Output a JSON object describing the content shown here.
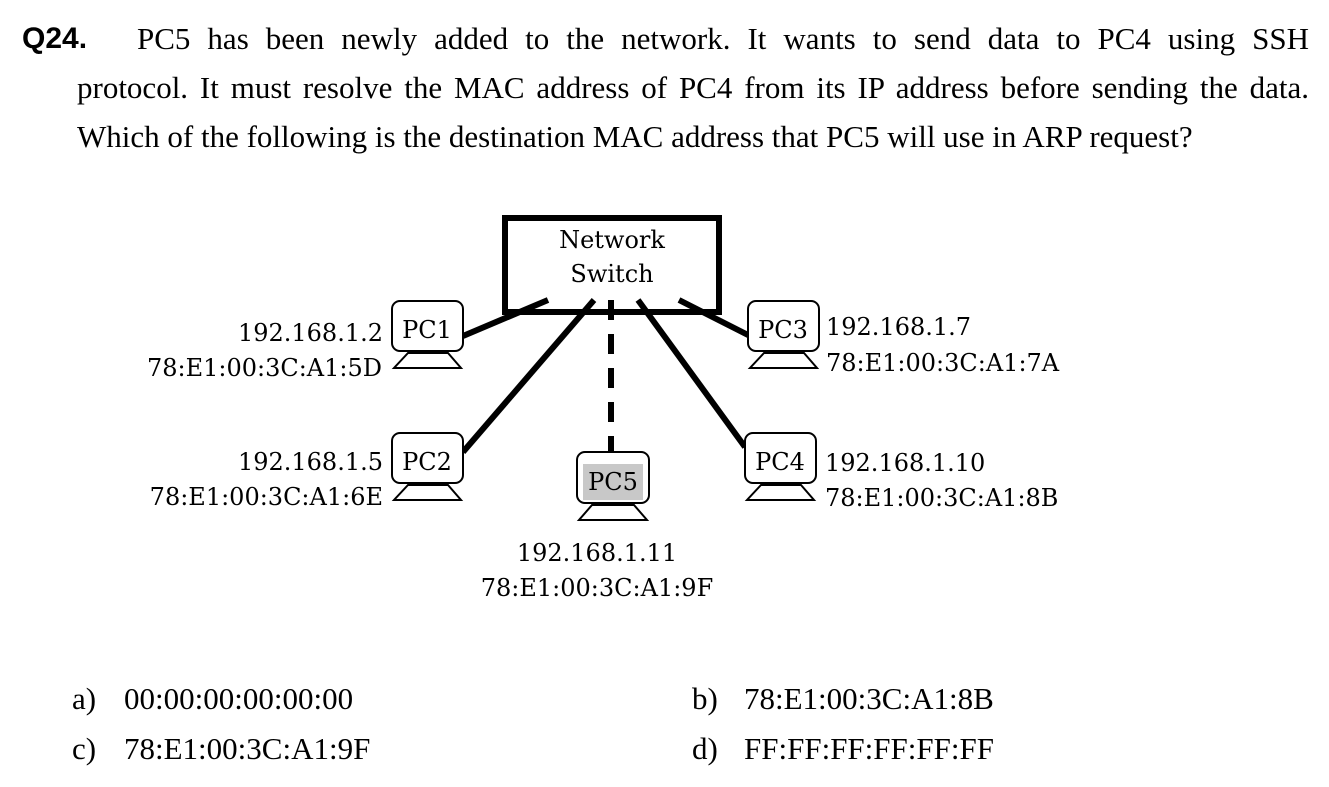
{
  "question": {
    "number": "Q24.",
    "lines": [
      "PC5 has been newly added to the network. It wants to send data to PC4 using SSH",
      "protocol. It must resolve the MAC address of PC4 from its IP address before sending the data.",
      "Which of the following is the destination MAC address that PC5 will use in ARP request?"
    ]
  },
  "diagram": {
    "switch": {
      "line1": "Network",
      "line2": "Switch"
    },
    "pcs": [
      {
        "name": "PC1",
        "ip": "192.168.1.2",
        "mac": "78:E1:00:3C:A1:5D",
        "link": "solid"
      },
      {
        "name": "PC2",
        "ip": "192.168.1.5",
        "mac": "78:E1:00:3C:A1:6E",
        "link": "solid"
      },
      {
        "name": "PC3",
        "ip": "192.168.1.7",
        "mac": "78:E1:00:3C:A1:7A",
        "link": "solid"
      },
      {
        "name": "PC4",
        "ip": "192.168.1.10",
        "mac": "78:E1:00:3C:A1:8B",
        "link": "solid"
      },
      {
        "name": "PC5",
        "ip": "192.168.1.11",
        "mac": "78:E1:00:3C:A1:9F",
        "link": "dashed",
        "highlight": "#c8c8c8"
      }
    ]
  },
  "options": [
    {
      "label": "a)",
      "value": "00:00:00:00:00:00"
    },
    {
      "label": "b)",
      "value": "78:E1:00:3C:A1:8B"
    },
    {
      "label": "c)",
      "value": "78:E1:00:3C:A1:9F"
    },
    {
      "label": "d)",
      "value": "FF:FF:FF:FF:FF:FF"
    }
  ]
}
